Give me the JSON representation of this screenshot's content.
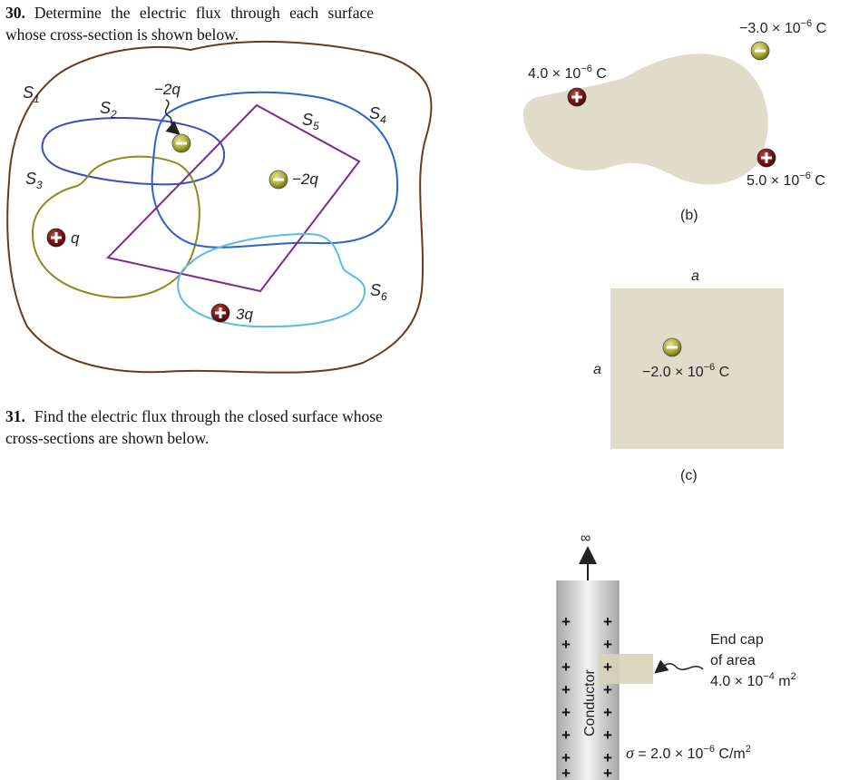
{
  "problem30": {
    "number": "30.",
    "line1": "Determine the electric flux through each surface",
    "line2": "whose cross-section is shown below."
  },
  "problem31": {
    "number": "31.",
    "line1": "Find the electric flux through the closed surface whose",
    "line2": "cross-sections are shown below."
  },
  "figure_a": {
    "surfaces": {
      "s1": {
        "base": "S",
        "sub": "1"
      },
      "s2": {
        "base": "S",
        "sub": "2"
      },
      "s3": {
        "base": "S",
        "sub": "3"
      },
      "s4": {
        "base": "S",
        "sub": "4"
      },
      "s5": {
        "base": "S",
        "sub": "5"
      },
      "s6": {
        "base": "S",
        "sub": "6"
      }
    },
    "charges": {
      "neg_top": "−2q",
      "neg_mid": "−2q",
      "pos_q": "q",
      "pos_3q": "3q"
    },
    "colors": {
      "s1": "#6b3a1e",
      "s2": "#3a4fb0",
      "s3": "#8f8a1a",
      "s4": "#2a64c8",
      "s5": "#7d2a8c",
      "s6": "#5bbbe8"
    }
  },
  "figure_b": {
    "caption": "(b)",
    "charge1": {
      "mant": "4.0 × 10",
      "exp": "−6",
      "unit": " C"
    },
    "charge2": {
      "mant": "−3.0 × 10",
      "exp": "−6",
      "unit": " C"
    },
    "charge3": {
      "mant": "5.0 ×  10",
      "exp": "−6",
      "unit": " C"
    }
  },
  "figure_c": {
    "caption": "(c)",
    "side_top": "a",
    "side_left": "a",
    "charge": {
      "mant": "−2.0 × 10",
      "exp": "−6",
      "unit": " C"
    }
  },
  "figure_d": {
    "infinity": "∞",
    "conductor": "Conductor",
    "endcap_line1": "End cap",
    "endcap_line2": "of area",
    "endcap_line3": {
      "mant": "4.0 × 10",
      "exp": "−4",
      "unit": " m",
      "unit_exp": "2"
    },
    "sigma": {
      "symbol": "σ",
      "mant": " = 2.0 × 10",
      "exp": "−6",
      "unit": " C/m",
      "unit_exp": "2"
    }
  }
}
